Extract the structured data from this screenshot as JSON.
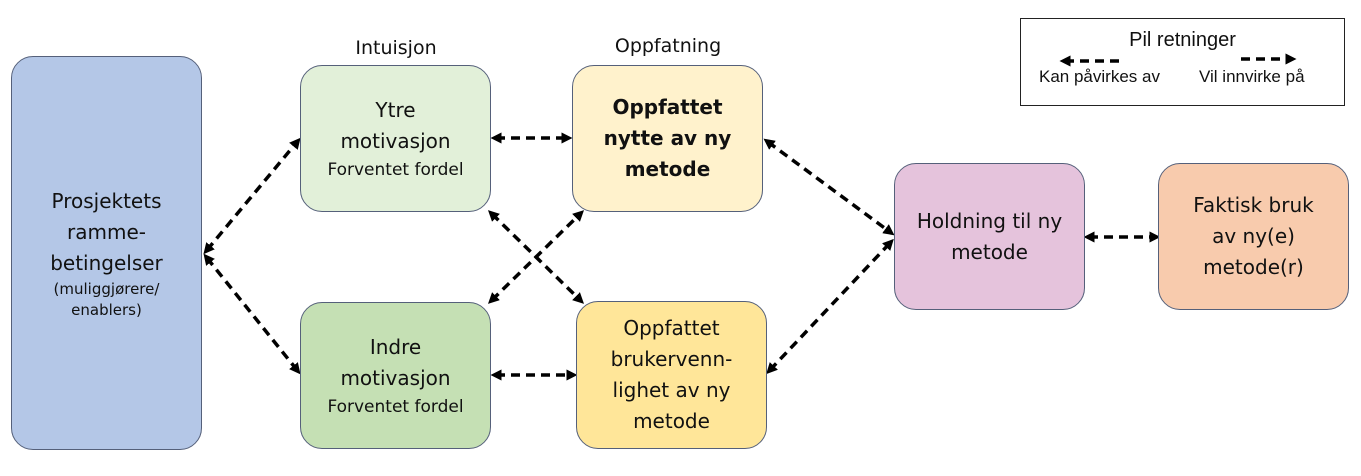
{
  "headers": {
    "intuition": "Intuisjon",
    "perception": "Oppfatning"
  },
  "nodes": {
    "framework": {
      "lines": [
        "Prosjektets",
        "ramme-",
        "betingelser"
      ],
      "note_lines": [
        "(muliggjørere/",
        "enablers)"
      ],
      "color": "#b4c7e7"
    },
    "outer_motivation": {
      "lines": [
        "Ytre",
        "motivasjon"
      ],
      "sub": "Forventet fordel",
      "color": "#e2f0d9"
    },
    "inner_motivation": {
      "lines": [
        "Indre",
        "motivasjon"
      ],
      "sub": "Forventet fordel",
      "color": "#c5e0b4"
    },
    "perceived_usefulness": {
      "lines": [
        "Oppfattet",
        "nytte av ny",
        "metode"
      ],
      "color": "#fff2cc"
    },
    "perceived_ease": {
      "lines": [
        "Oppfattet",
        "brukervenn-",
        "lighet av ny",
        "metode"
      ],
      "color": "#ffe699"
    },
    "attitude": {
      "lines": [
        "Holdning til ny",
        "metode"
      ],
      "color": "#e5c3dc"
    },
    "actual_use": {
      "lines": [
        "Faktisk bruk",
        "av ny(e)",
        "metode(r)"
      ],
      "color": "#f8cbad"
    }
  },
  "legend": {
    "title": "Pil retninger",
    "left_label": "Kan påvirkes av",
    "right_label": "Vil innvirke på"
  }
}
